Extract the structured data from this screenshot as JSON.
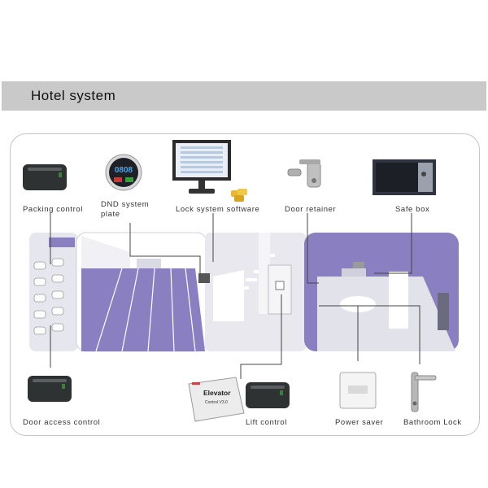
{
  "header": {
    "title": "Hotel system"
  },
  "labels": {
    "packing_control": "Packing control",
    "dnd_plate": "DND system plate",
    "lock_software": "Lock system software",
    "door_retainer": "Door retainer",
    "safe_box": "Safe box",
    "door_access": "Door access control",
    "lift_control": "Lift control",
    "power_saver": "Power saver",
    "bathroom_lock": "Bathroom Lock"
  },
  "device_text": {
    "dnd_display": "0808",
    "elevator_line1": "Elevator",
    "elevator_line2": "Control V3.0"
  },
  "colors": {
    "header_bg": "#c9c9c9",
    "room_purple": "#8a7fc0",
    "room_light": "#e8e8ee",
    "line": "#444444"
  }
}
